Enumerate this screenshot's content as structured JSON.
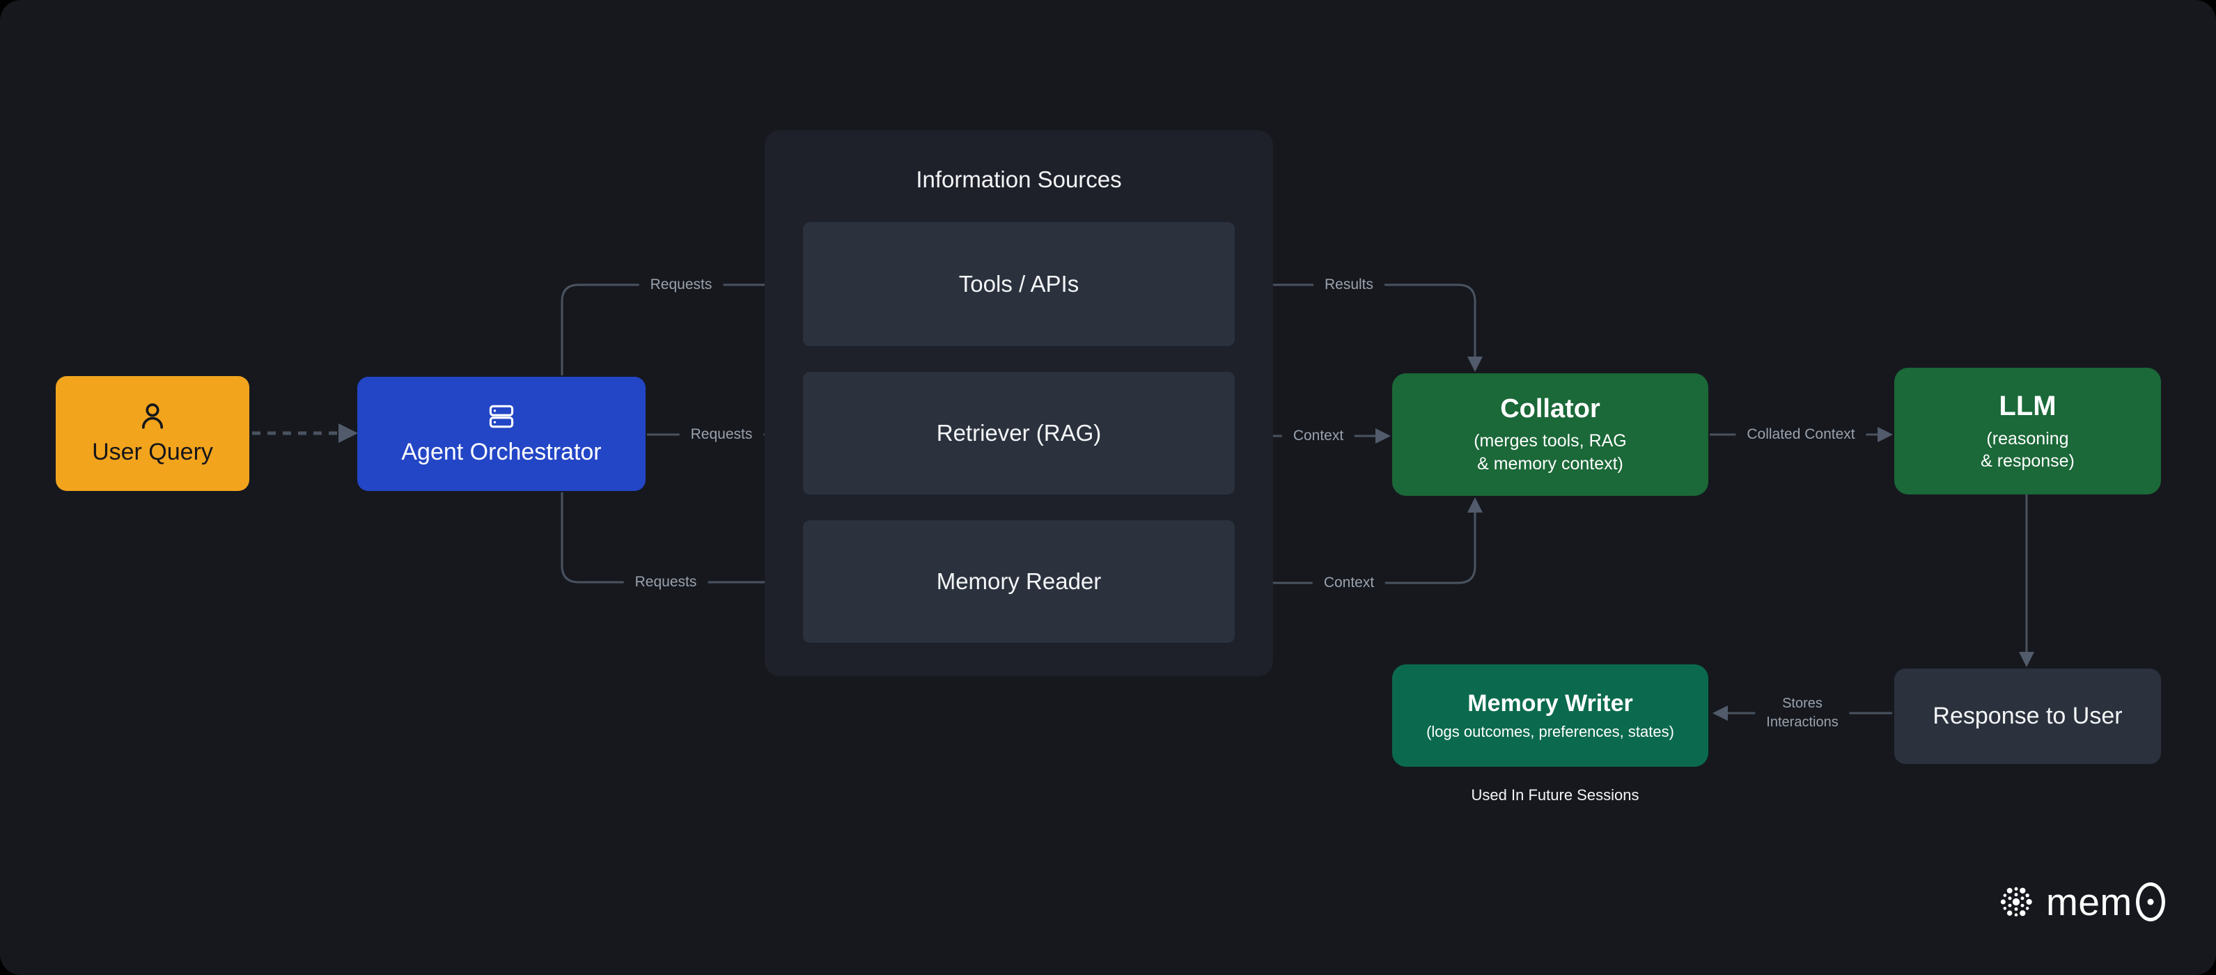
{
  "colors": {
    "background": "#16181E",
    "panel": "#1E212A",
    "slate_box": "#2B323E",
    "orange": "#F2A41D",
    "blue": "#2346C6",
    "green": "#1B6838",
    "teal_green": "#0B6A4D",
    "line": "#4A5360",
    "edge_label_text": "#9AA2AD",
    "text_light": "#F4F5F6",
    "text_dark": "#15161A"
  },
  "nodes": {
    "user_query": {
      "label": "User Query"
    },
    "agent_orchestrator": {
      "label": "Agent Orchestrator"
    },
    "information_sources": {
      "title": "Information Sources",
      "items": [
        "Tools / APIs",
        "Retriever (RAG)",
        "Memory Reader"
      ]
    },
    "collator": {
      "title": "Collator",
      "subtitle_lines": [
        "(merges tools, RAG",
        "& memory context)"
      ]
    },
    "llm": {
      "title": "LLM",
      "subtitle_lines": [
        "(reasoning",
        "& response)"
      ]
    },
    "memory_writer": {
      "title": "Memory Writer",
      "subtitle": "(logs outcomes, preferences, states)"
    },
    "response_to_user": {
      "label": "Response to User"
    }
  },
  "edges": {
    "requests_top": "Requests",
    "requests_mid": "Requests",
    "requests_bottom": "Requests",
    "results": "Results",
    "context_mid": "Context",
    "context_bottom": "Context",
    "collated_context": "Collated Context",
    "stores_lines": [
      "Stores",
      "Interactions"
    ]
  },
  "footer_note": "Used In Future Sessions",
  "brand": {
    "name": "mem0",
    "wordmark_prefix": "mem"
  }
}
